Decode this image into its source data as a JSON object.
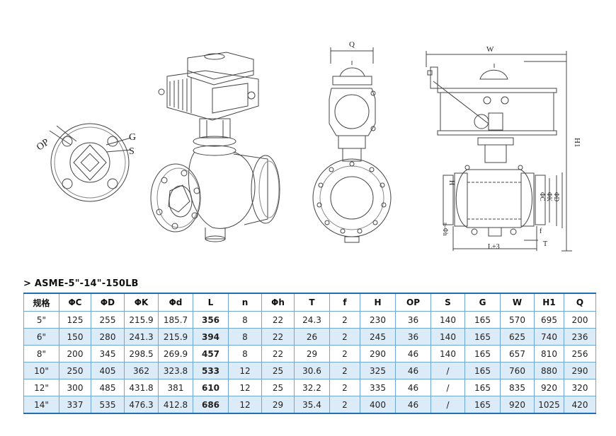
{
  "drawing_labels": {
    "op": "OP",
    "g": "G",
    "s": "S",
    "q": "Q",
    "w": "W",
    "h1": "H1",
    "h": "H",
    "c": "ΦC",
    "k": "ΦK",
    "d": "ΦD",
    "f": "f",
    "t": "T",
    "l3": "L±3",
    "nh": "n-Φh"
  },
  "section_title": "> ASME-5\"-14\"-150LB",
  "table": {
    "headers": [
      "规格",
      "ΦC",
      "ΦD",
      "ΦK",
      "Φd",
      "L",
      "n",
      "Φh",
      "T",
      "f",
      "H",
      "OP",
      "S",
      "G",
      "W",
      "H1",
      "Q"
    ],
    "rows": [
      [
        "5\"",
        "125",
        "255",
        "215.9",
        "185.7",
        "356",
        "8",
        "22",
        "24.3",
        "2",
        "230",
        "36",
        "140",
        "165",
        "570",
        "695",
        "200"
      ],
      [
        "6\"",
        "150",
        "280",
        "241.3",
        "215.9",
        "394",
        "8",
        "22",
        "26",
        "2",
        "245",
        "36",
        "140",
        "165",
        "625",
        "740",
        "236"
      ],
      [
        "8\"",
        "200",
        "345",
        "298.5",
        "269.9",
        "457",
        "8",
        "22",
        "29",
        "2",
        "290",
        "46",
        "140",
        "165",
        "657",
        "810",
        "256"
      ],
      [
        "10\"",
        "250",
        "405",
        "362",
        "323.8",
        "533",
        "12",
        "25",
        "30.6",
        "2",
        "325",
        "46",
        "/",
        "165",
        "760",
        "880",
        "290"
      ],
      [
        "12\"",
        "300",
        "485",
        "431.8",
        "381",
        "610",
        "12",
        "25",
        "32.2",
        "2",
        "335",
        "46",
        "/",
        "165",
        "835",
        "920",
        "320"
      ],
      [
        "14\"",
        "337",
        "535",
        "476.3",
        "412.8",
        "686",
        "12",
        "29",
        "35.4",
        "2",
        "400",
        "46",
        "/",
        "165",
        "920",
        "1025",
        "420"
      ]
    ]
  },
  "colors": {
    "header_rule": "#1f6fb8",
    "grid": "#6fa6d8",
    "row_alt": "#dcebf8"
  }
}
